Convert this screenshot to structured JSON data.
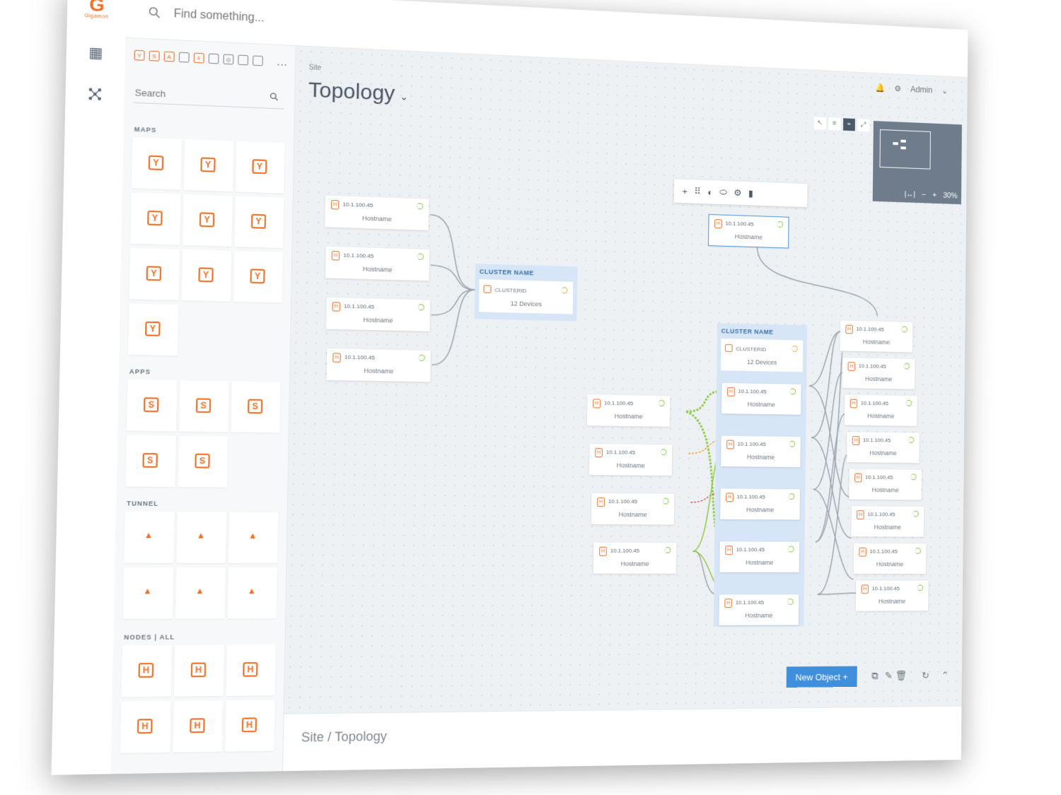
{
  "app": {
    "logo_text": "G",
    "logo_sub": "Gigamon"
  },
  "search": {
    "placeholder": "Find something..."
  },
  "palette": {
    "search_placeholder": "Search",
    "more_label": "...",
    "sections": {
      "maps": "MAPS",
      "apps": "APPS",
      "tunnel": "TUNNEL",
      "nodes": "NODES | ALL"
    }
  },
  "header": {
    "crumb": "Site",
    "title": "Topology",
    "user": "Admin",
    "icons": [
      "bell-icon",
      "gear-icon",
      "chevron-down-icon"
    ]
  },
  "minimap": {
    "zoom": "30%",
    "fit_label": "|↔|",
    "minus": "−",
    "plus": "+"
  },
  "node_common": {
    "ip": "10.1.100.45",
    "hostname": "Hostname"
  },
  "clusters": [
    {
      "name": "CLUSTER NAME",
      "id": "CLUSTERID",
      "devices": "12 Devices"
    },
    {
      "name": "CLUSTER NAME",
      "id": "CLUSTERID",
      "devices": "12 Devices"
    }
  ],
  "bottom": {
    "crumb": "Site / Topology",
    "new_object": "New Object  +"
  },
  "colors": {
    "accent": "#f26d21",
    "primary": "#3f8fdc",
    "status_ok": "#7ecb3a",
    "status_warn": "#f0a030",
    "link_green": "#8cc63f",
    "link_red": "#d9534f"
  }
}
